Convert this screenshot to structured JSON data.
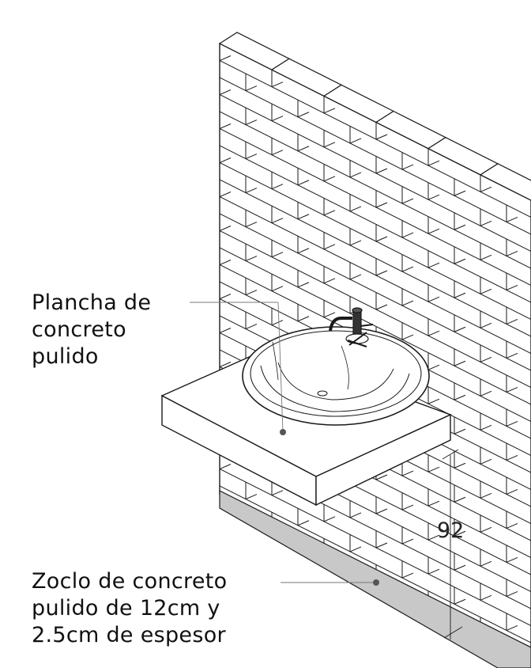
{
  "labels": {
    "plancha": [
      "Plancha de",
      "concreto",
      "pulido"
    ],
    "zoclo": [
      "Zoclo de concreto",
      "pulido de 12cm y",
      "2.5cm de espesor"
    ]
  },
  "dimension": {
    "value": "92"
  },
  "colors": {
    "line": "#1a1a1a",
    "baseboard": "#c8c8c8",
    "leader": "#777777",
    "dot": "#555555"
  },
  "icons": [
    "faucet-icon",
    "sink-basin-icon"
  ]
}
